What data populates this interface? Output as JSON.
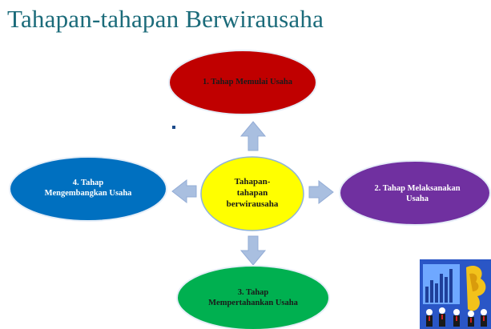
{
  "slide": {
    "title": "Tahapan-tahapan Berwirausaha"
  },
  "diagram": {
    "center": {
      "label_lines": [
        "Tahapan-",
        "tahapan",
        "berwirausaha"
      ],
      "color": "#ffff00"
    },
    "nodes": [
      {
        "id": "top",
        "label_lines": [
          "1. Tahap Memulai Usaha"
        ],
        "color": "#c00000",
        "text_color": "#1a1a1a"
      },
      {
        "id": "right",
        "label_lines": [
          "2. Tahap Melaksanakan",
          "Usaha"
        ],
        "color": "#7030a0",
        "text_color": "#ffffff"
      },
      {
        "id": "bottom",
        "label_lines": [
          "3. Tahap",
          "Mempertahankan Usaha"
        ],
        "color": "#00b050",
        "text_color": "#1a1a1a"
      },
      {
        "id": "left",
        "label_lines": [
          "4. Tahap",
          "Mengembangkan Usaha"
        ],
        "color": "#0070c0",
        "text_color": "#ffffff"
      }
    ],
    "arrow_color": "#a9bfe0"
  },
  "colors": {
    "title": "#1b6b7a",
    "node_outline": "#8fb3d9"
  },
  "icons": {
    "decoration": "business-people-clipart"
  }
}
